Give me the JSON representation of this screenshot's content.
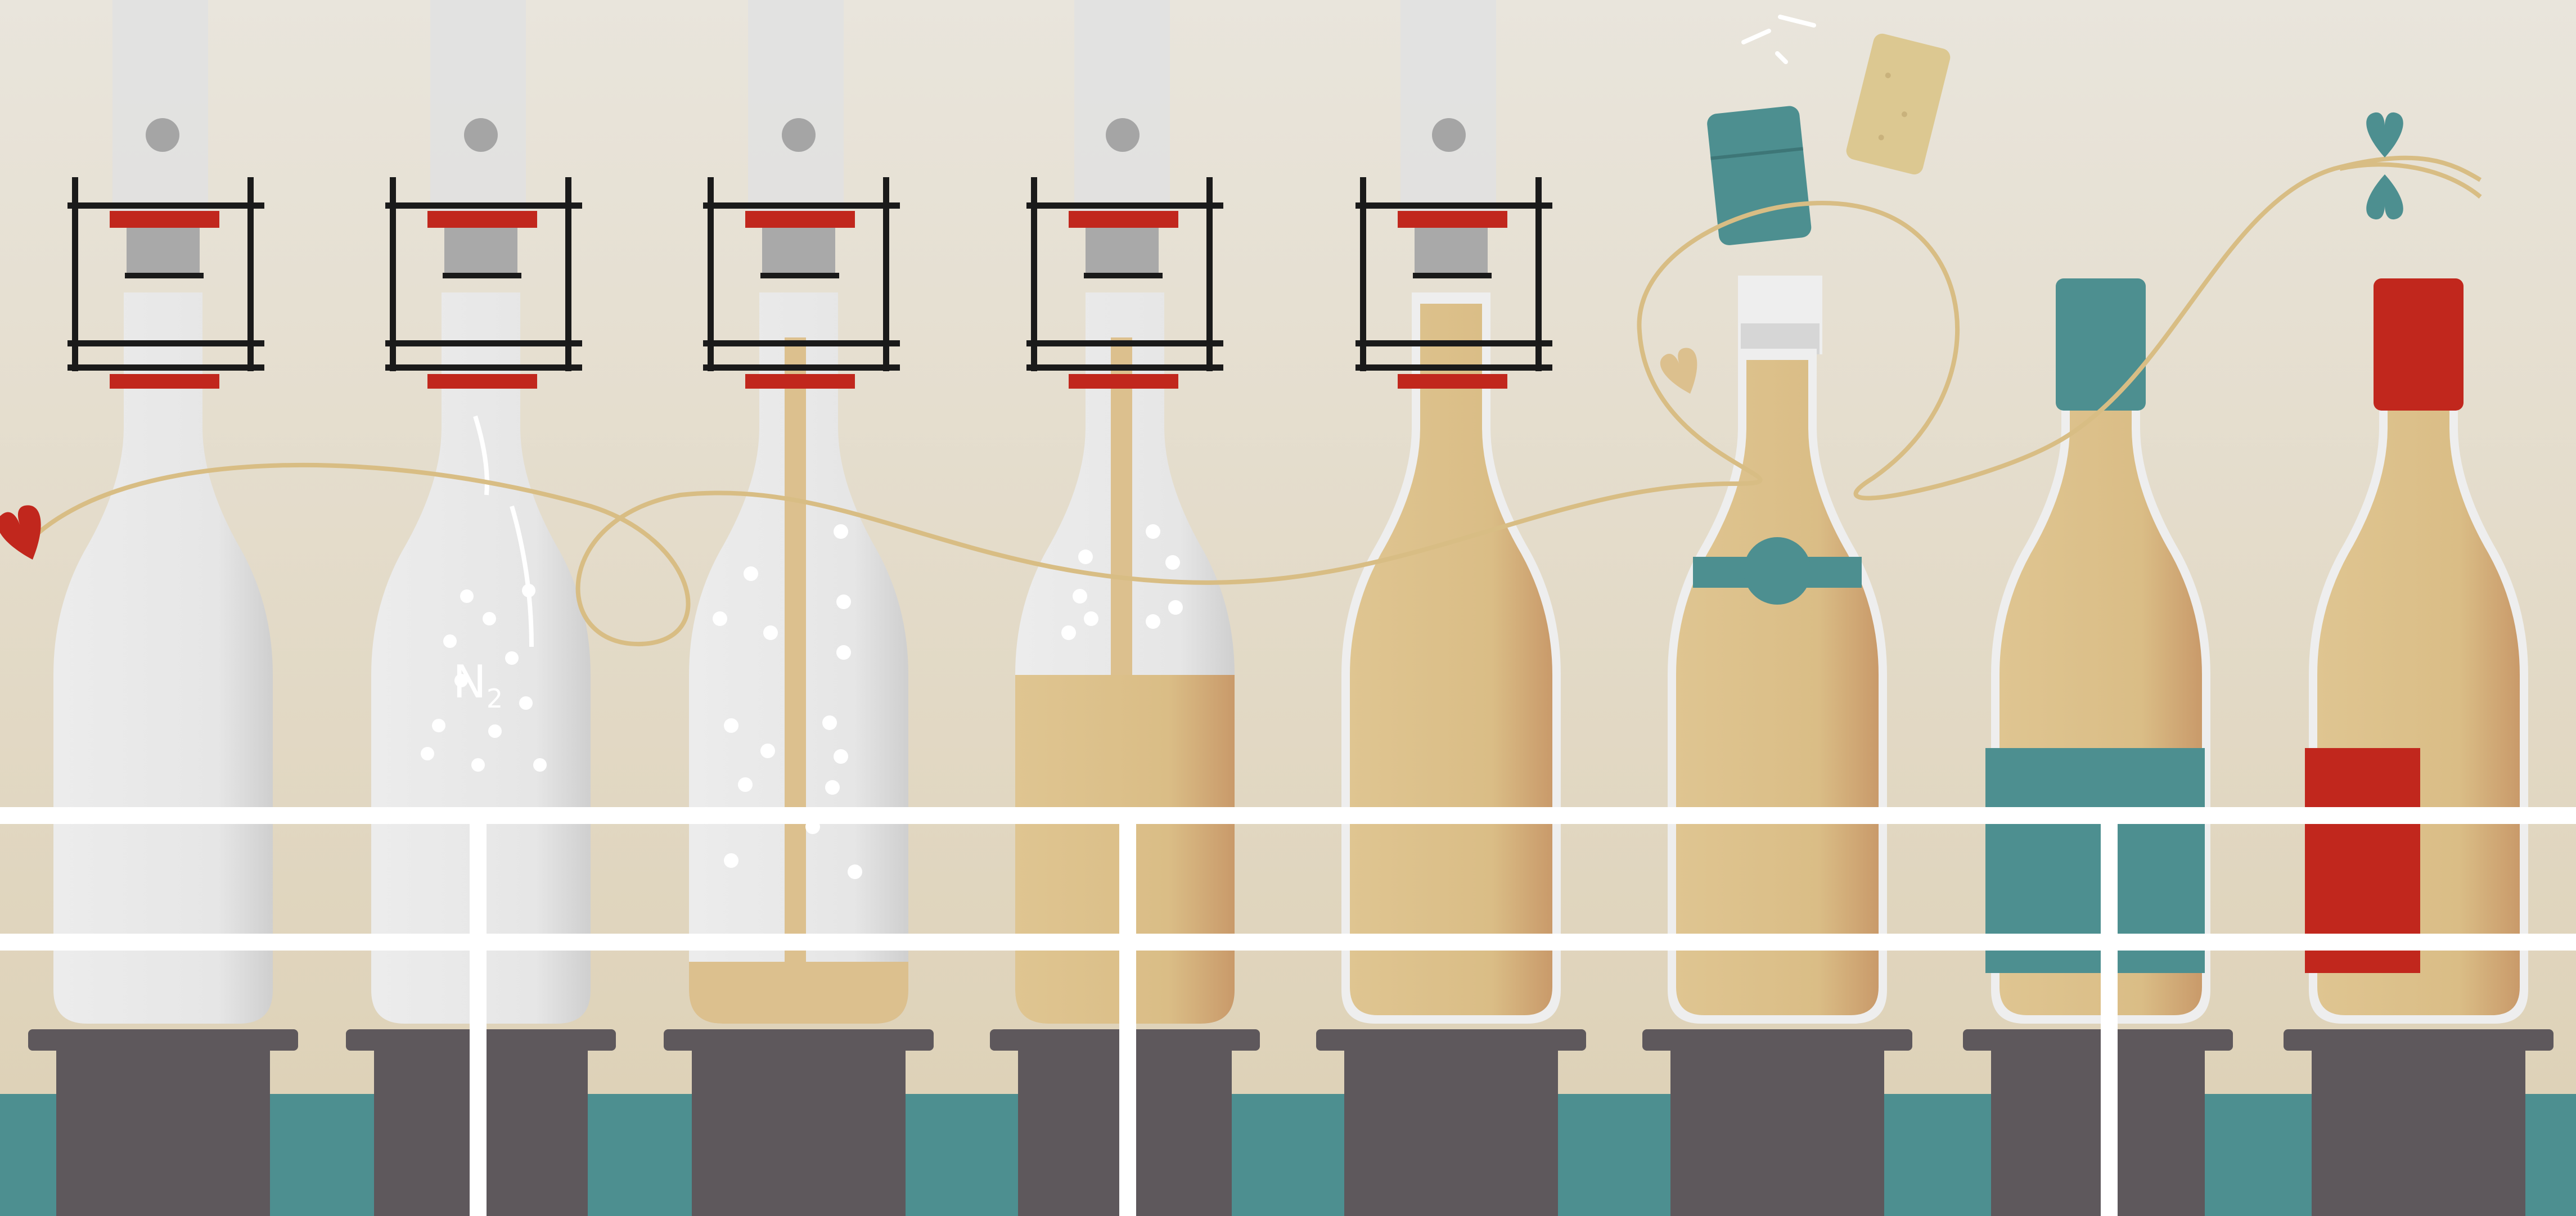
{
  "scene": {
    "gas_label": "N",
    "gas_subscript": "2",
    "bottles": [
      {
        "stage": "empty",
        "fill_level": 0.0
      },
      {
        "stage": "nitrogen-flush",
        "fill_level": 0.0
      },
      {
        "stage": "filling-start",
        "fill_level": 0.1
      },
      {
        "stage": "filling-half",
        "fill_level": 0.6
      },
      {
        "stage": "filled",
        "fill_level": 1.0
      },
      {
        "stage": "corked",
        "fill_level": 0.95
      },
      {
        "stage": "capped-labeled-teal",
        "fill_level": 0.95
      },
      {
        "stage": "capped-labeled-red",
        "fill_level": 0.95
      }
    ],
    "colors": {
      "background_top": "#e9e5dc",
      "background_bottom": "#ddd0b4",
      "glass": "#e9e9e9",
      "wine": "#dcc08e",
      "teal": "#4d8f90",
      "red": "#c1271d",
      "cork": "#dcc891",
      "machine_frame": "#1a1a1a",
      "seal_gray": "#a9a9a9",
      "pedestal": "#5e585c",
      "conveyor_teal": "#4d8f90",
      "rail": "#ffffff",
      "ribbon": "#d8bd84"
    }
  }
}
